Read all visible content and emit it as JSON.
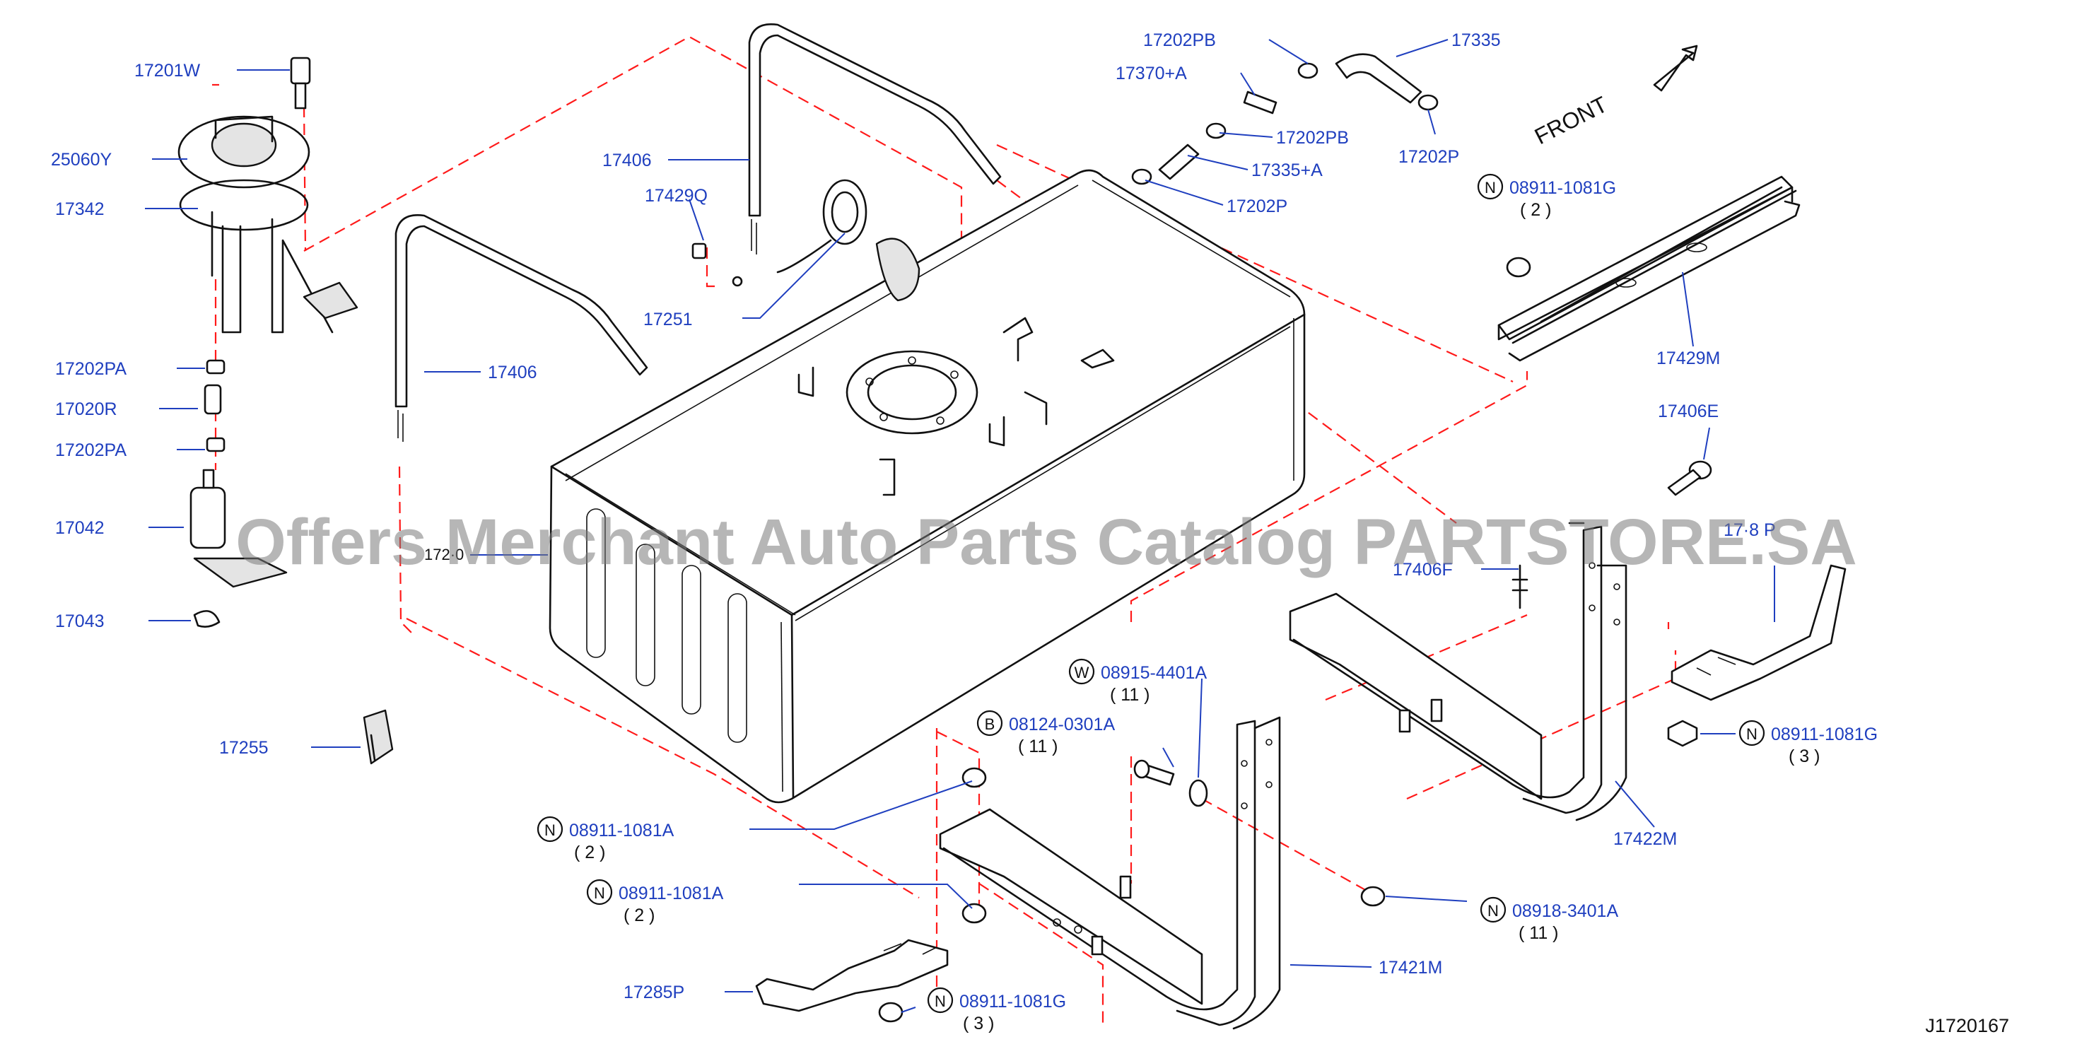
{
  "watermark": "Offers Merchant Auto Parts Catalog PARTSTORE.SA",
  "front_label": "FRONT",
  "drawing_code": "J1720167",
  "labels": {
    "p17201W": "17201W",
    "p25060Y": "25060Y",
    "p17342": "17342",
    "p17202PA_1": "17202PA",
    "p17020R": "17020R",
    "p17202PA_2": "17202PA",
    "p17042": "17042",
    "p17043": "17043",
    "p17255": "17255",
    "p17406_1": "17406",
    "p17429Q": "17429Q",
    "p17251": "17251",
    "p17406_2": "17406",
    "p17202PB_1": "17202PB",
    "p17370A": "17370+A",
    "p17335": "17335",
    "p17202PB_2": "17202PB",
    "p17335A": "17335+A",
    "p17202P_1": "17202P",
    "p17202P_2": "17202P",
    "n_08911_1081G_top": "08911-1081G",
    "q_top": "( 2 )",
    "p17429M": "17429M",
    "p17406E": "17406E",
    "p17406F": "17406F",
    "p1728P": "17·8 P",
    "n_08911_1081G_right": "08911-1081G",
    "q_right": "( 3 )",
    "p17422M": "17422M",
    "w_08915": "08915-4401A",
    "q_w": "( 11 )",
    "b_08124": "08124-0301A",
    "q_b": "( 11 )",
    "n_08911_1081A_1": "08911-1081A",
    "q_n1": "( 2 )",
    "n_08911_1081A_2": "08911-1081A",
    "q_n2": "( 2 )",
    "n_08918": "08918-3401A",
    "q_n3": "( 11 )",
    "p17421M": "17421M",
    "p17285P": "17285P",
    "n_08911_1081G_bottom": "08911-1081G",
    "q_bottom": "( 3 )",
    "p17202_tank": "172·0"
  },
  "markers": {
    "N": "N",
    "W": "W",
    "B": "B"
  },
  "colors": {
    "label": "#1f3fbf",
    "line": "#111111",
    "dashed": "#ff1a1a",
    "background": "#ffffff"
  }
}
